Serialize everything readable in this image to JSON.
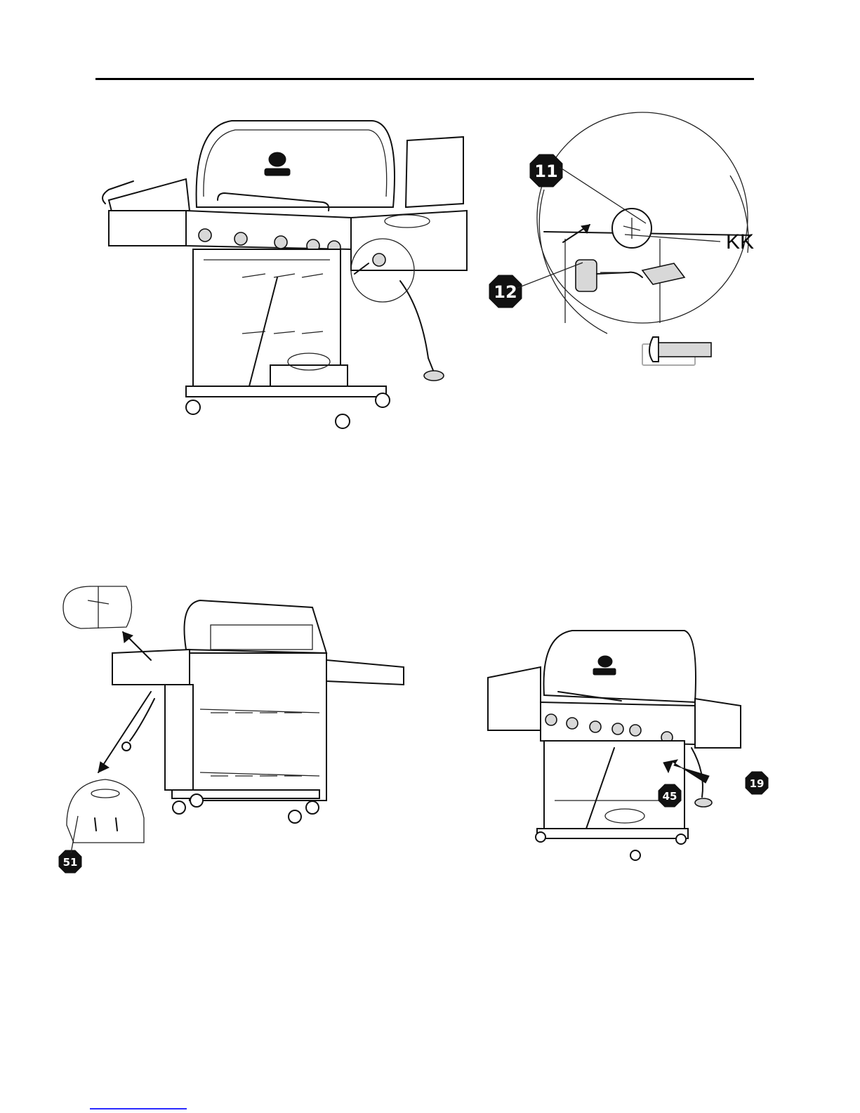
{
  "callouts": {
    "fig1": {
      "part_11": "11",
      "part_12": "12",
      "part_kk": "KK"
    },
    "fig2": {
      "part_51": "51"
    },
    "fig3": {
      "part_45": "45",
      "part_19": "19"
    }
  },
  "colors": {
    "line": "#111111",
    "badge": "#000000",
    "footer_link": "#2a2aff"
  }
}
